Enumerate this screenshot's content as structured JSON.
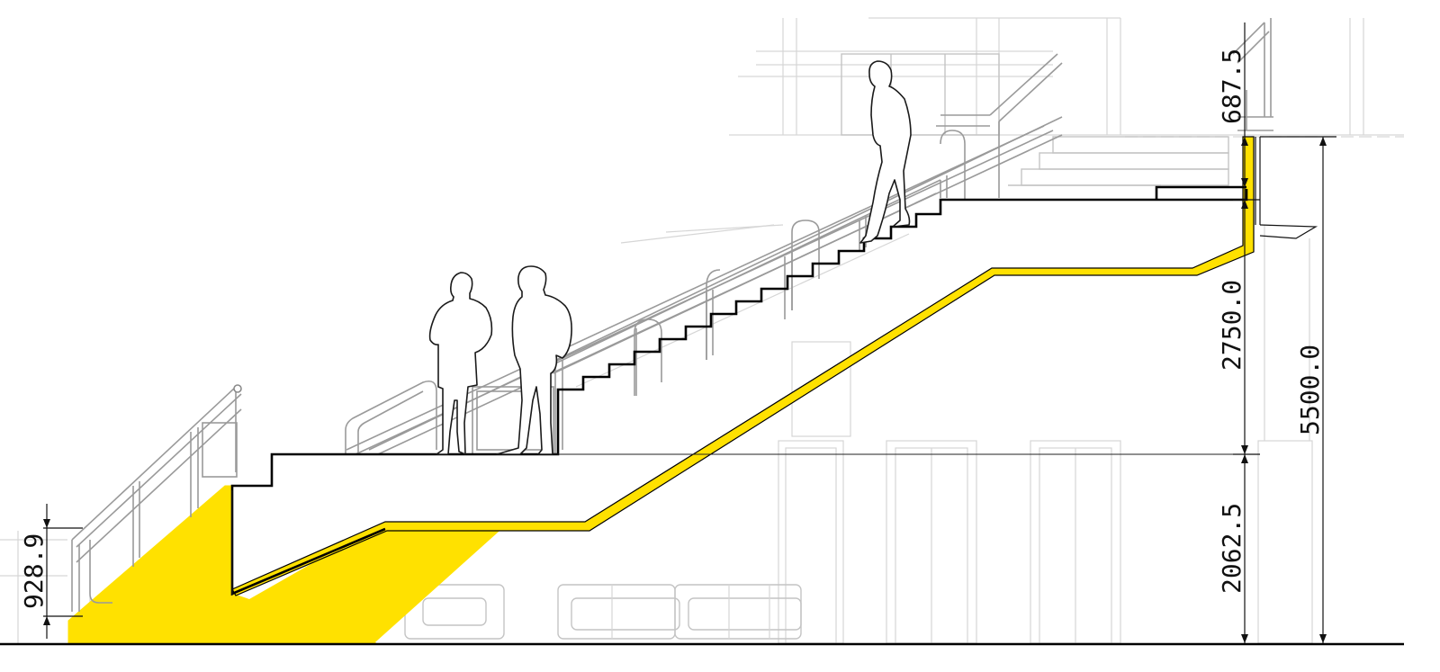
{
  "drawing": {
    "accent_color": "#FFE100",
    "line_color": "#000000"
  },
  "dimensions": {
    "upper_guard_height": "687.5",
    "upper_flight_rise": "2750.0",
    "total_height": "5500.0",
    "lower_rise": "2062.5",
    "balustrade_height": "928.9"
  }
}
